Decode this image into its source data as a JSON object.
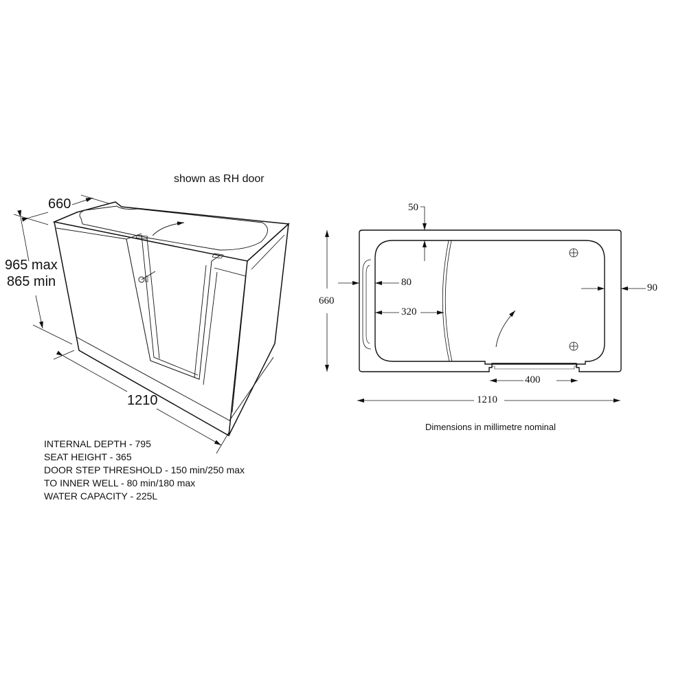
{
  "iso_view": {
    "caption": "shown as RH door",
    "width_label": "660",
    "height_max_label": "965 max",
    "height_min_label": "865 min",
    "length_label": "1210"
  },
  "specs": [
    "INTERNAL DEPTH - 795",
    "SEAT HEIGHT - 365",
    "DOOR STEP THRESHOLD - 150 min/250 max",
    "TO INNER WELL - 80 min/180 max",
    "WATER CAPACITY - 225L"
  ],
  "plan_view": {
    "rim_top_label": "50",
    "rim_left_label": "80",
    "seat_label": "320",
    "rim_right_label": "90",
    "width_label": "660",
    "door_label": "400",
    "length_label": "1210",
    "note": "Dimensions in millimetre nominal"
  },
  "colors": {
    "line": "#111111",
    "background": "#ffffff"
  }
}
